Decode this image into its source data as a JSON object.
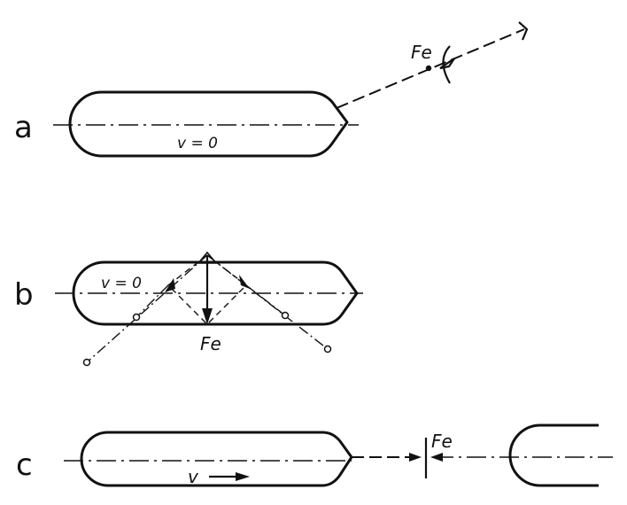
{
  "panels": {
    "a": {
      "letter": "a",
      "velocity_label": "v = 0",
      "force_label": "Fe"
    },
    "b": {
      "letter": "b",
      "velocity_label": "v = 0",
      "force_label": "Fe"
    },
    "c": {
      "letter": "c",
      "velocity_label": "v",
      "force_label": "Fe"
    }
  }
}
